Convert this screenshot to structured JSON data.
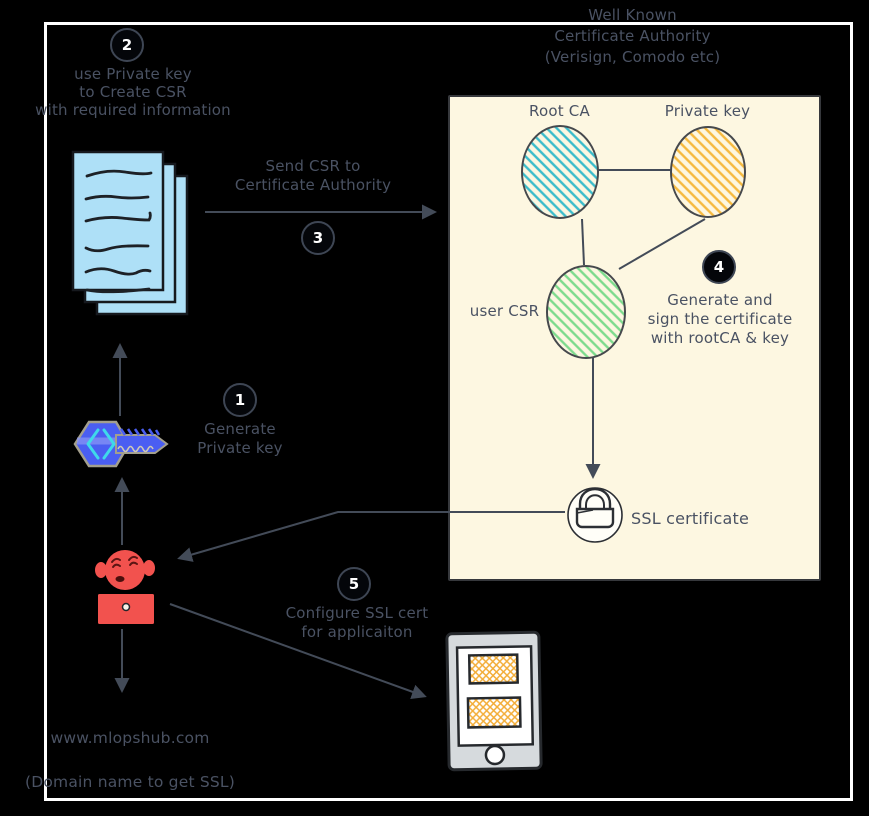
{
  "title": {
    "text": "Well Known\nCertificate Authority\n(Verisign, Comodo etc)"
  },
  "steps": {
    "s1": {
      "num": "1",
      "label": "Generate\nPrivate key"
    },
    "s2": {
      "num": "2",
      "label": "use Private key\nto Create CSR\nwith required information"
    },
    "s3": {
      "num": "3",
      "label": "Send CSR to\nCertificate Authority"
    },
    "s4": {
      "num": "4",
      "label": "Generate and\nsign the certificate\nwith rootCA & key"
    },
    "s5": {
      "num": "5",
      "label": "Configure SSL cert\nfor applicaiton"
    }
  },
  "ca_box": {
    "root_ca_label": "Root CA",
    "private_key_label": "Private key",
    "user_csr_label": "user CSR",
    "ssl_certificate_label": "SSL certificate"
  },
  "footer": {
    "domain": "www.mlopshub.com",
    "note": "(Domain name to get SSL)"
  },
  "colors": {
    "background": "#000000",
    "frame": "#ffffff",
    "text": "#4a5263",
    "arrow": "#434b58",
    "ca_box_bg": "#fdf7e1",
    "root_ca_hatch": "#3bbccb",
    "private_key_hatch": "#f6b93e",
    "user_csr_hatch": "#7ddb8d",
    "docs_fill": "#aee0f7",
    "key_blue": "#4a5ef2",
    "key_cyan": "#3fd9ea",
    "person_red": "#f2524e",
    "phone_body": "#d6dadd",
    "phone_screen_hatch": "#f3ac35"
  }
}
